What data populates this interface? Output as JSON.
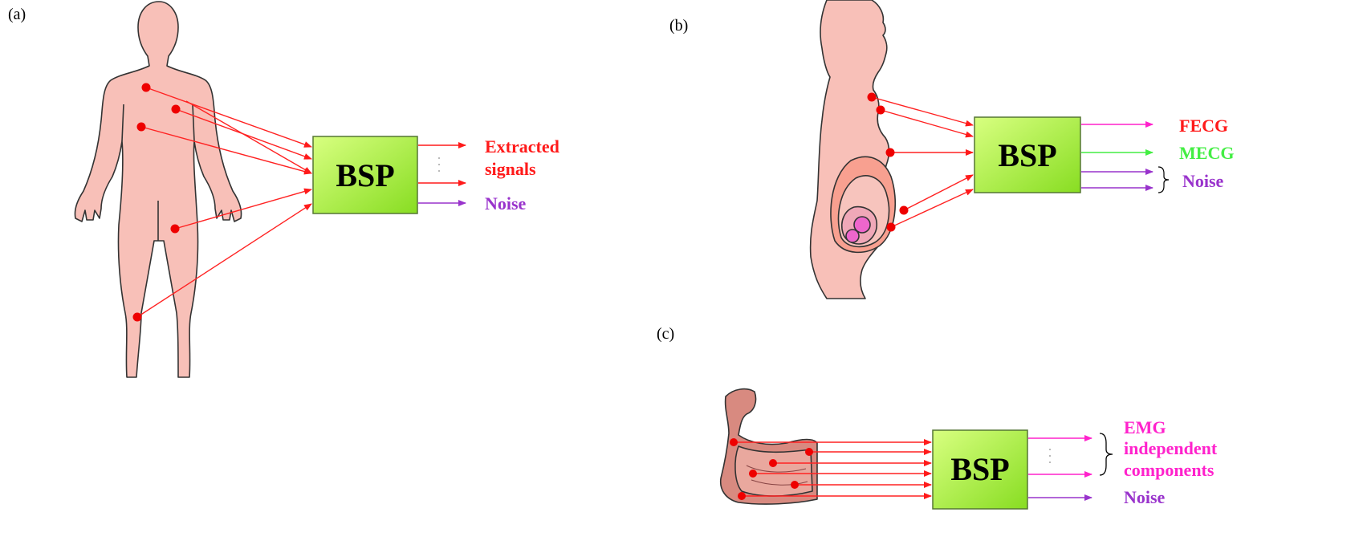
{
  "panels": {
    "a": {
      "label": "(a)",
      "block": "BSP",
      "outputs": {
        "extracted_line1": "Extracted",
        "extracted_line2": "signals",
        "noise": "Noise"
      },
      "colors": {
        "extracted": "#ff1a1a",
        "noise": "#9933cc"
      }
    },
    "b": {
      "label": "(b)",
      "block": "BSP",
      "outputs": {
        "fecg": "FECG",
        "mecg": "MECG",
        "noise": "Noise"
      },
      "colors": {
        "fecg": "#ff1a1a",
        "mecg": "#44ee44",
        "noise": "#9933cc",
        "fecg_arrow": "#ff22cc"
      }
    },
    "c": {
      "label": "(c)",
      "block": "BSP",
      "outputs": {
        "emg_line1": "EMG",
        "emg_line2": "independent",
        "emg_line3": "components",
        "noise": "Noise"
      },
      "colors": {
        "emg": "#ff22cc",
        "noise": "#9933cc"
      }
    }
  },
  "colors": {
    "skin": "#f8c0b8",
    "electrode": "#ee0000",
    "lead": "#ff2222",
    "block_fill_light": "#ccff66",
    "block_fill_dark": "#88dd22",
    "block_border": "#557733"
  }
}
